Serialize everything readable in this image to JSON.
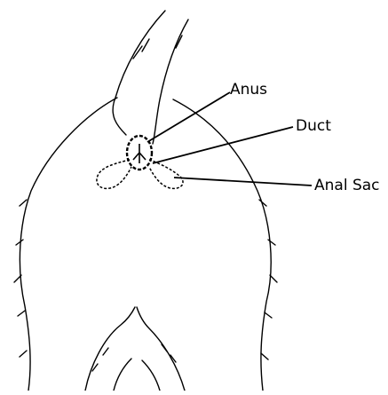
{
  "labels": {
    "anus": "Anus",
    "duct": "Duct",
    "anal_sac": "Anal Sac"
  },
  "colors": {
    "line": "#000000",
    "background": "#ffffff"
  }
}
